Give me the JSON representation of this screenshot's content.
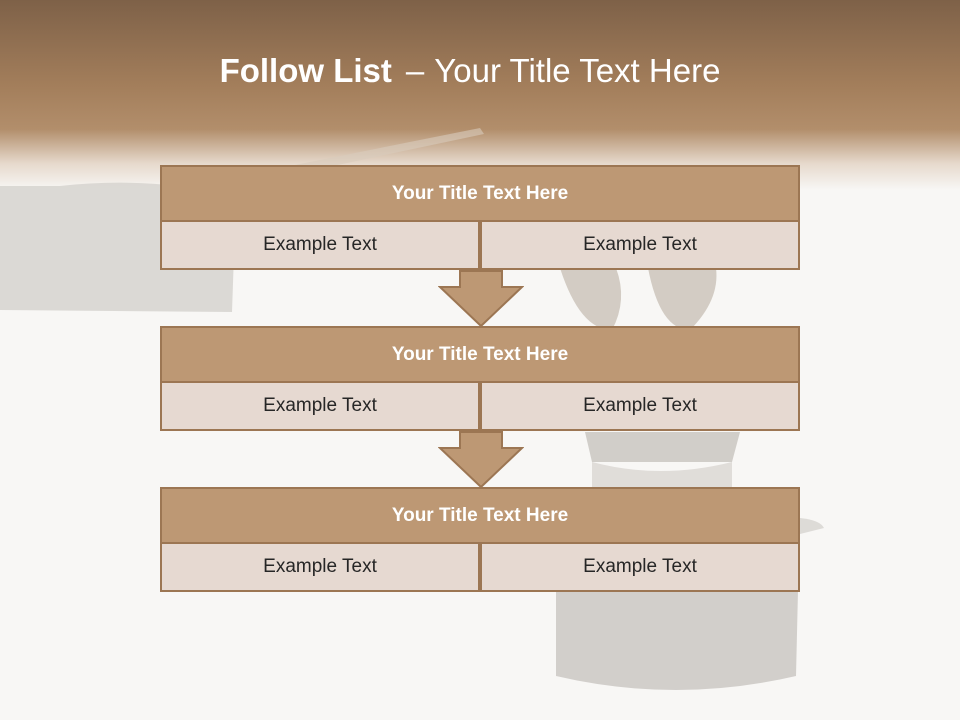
{
  "slide": {
    "title_bold": "Follow List",
    "title_separator": "–",
    "title_rest": "Your Title Text Here"
  },
  "steps": [
    {
      "title": "Your Title Text Here",
      "left": "Example Text",
      "right": "Example Text"
    },
    {
      "title": "Your Title Text Here",
      "left": "Example Text",
      "right": "Example Text"
    },
    {
      "title": "Your Title Text Here",
      "left": "Example Text",
      "right": "Example Text"
    }
  ],
  "icons": [
    "down-arrow-icon"
  ],
  "colors": {
    "header": "#a37e5b",
    "box_title": "#bd9874",
    "box_cell": "#e6d9d1",
    "border": "#9c7653"
  }
}
